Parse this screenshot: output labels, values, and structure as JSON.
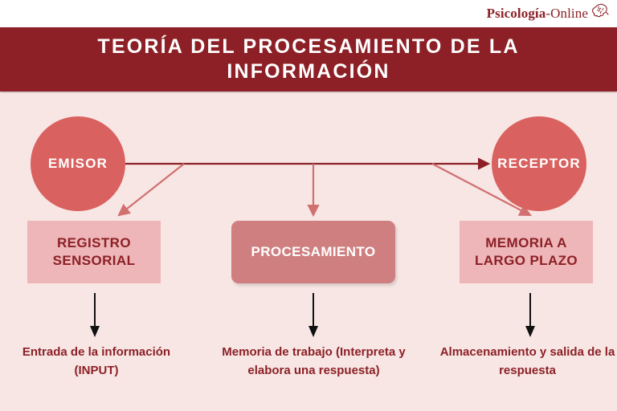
{
  "brand": {
    "name_bold": "Psicología",
    "name_rest": "-Online",
    "icon": "brain-icon"
  },
  "header": {
    "title": "TEORÍA DEL PROCESAMIENTO DE LA INFORMACIÓN"
  },
  "diagram": {
    "nodes": {
      "emisor": "EMISOR",
      "receptor": "RECEPTOR",
      "registro_sensorial": "REGISTRO SENSORIAL",
      "procesamiento": "PROCESAMIENTO",
      "memoria_largo_plazo": "MEMORIA A LARGO PLAZO"
    },
    "captions": {
      "input": "Entrada de la información (INPUT)",
      "proceso": "Memoria de trabajo (Interpreta y elabora una respuesta)",
      "salida": "Almacenamiento y salida de la respuesta"
    },
    "connectors": [
      {
        "name": "emisor-to-receptor",
        "type": "horizontal-arrow"
      },
      {
        "name": "branch-to-registro-sensorial",
        "type": "diagonal-arrow"
      },
      {
        "name": "branch-to-procesamiento",
        "type": "vertical-arrow"
      },
      {
        "name": "branch-to-memoria",
        "type": "diagonal-arrow"
      },
      {
        "name": "registro-to-input-caption",
        "type": "vertical-arrow"
      },
      {
        "name": "procesamiento-to-proceso-caption",
        "type": "vertical-arrow"
      },
      {
        "name": "memoria-to-salida-caption",
        "type": "vertical-arrow"
      }
    ]
  },
  "colors": {
    "banner": "#8c2026",
    "background": "#f7e6e4",
    "circle": "#d9615f",
    "box_light": "#eeb6b8",
    "box_dark": "#cf7f7f",
    "text_dark_red": "#8c2026",
    "connector_red": "#d1706f",
    "connector_dark": "#8c2026",
    "arrow_black": "#111111"
  }
}
